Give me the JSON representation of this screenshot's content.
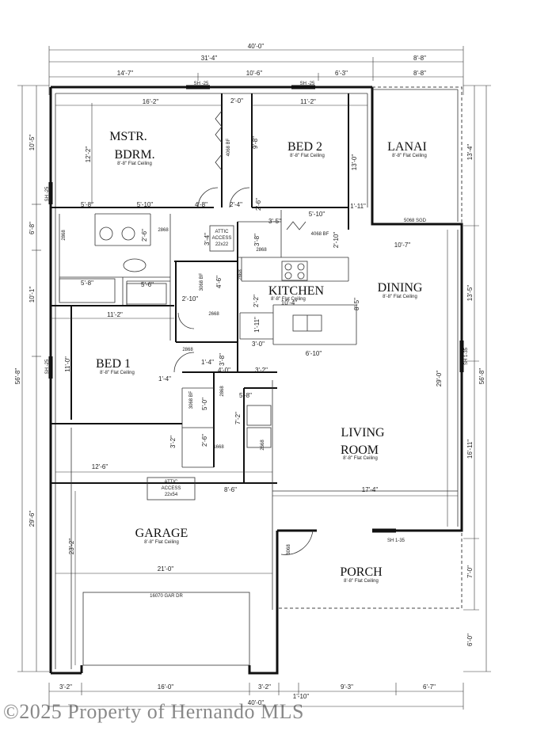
{
  "rooms": {
    "mstr_1": "MSTR.",
    "mstr_2": "BDRM.",
    "mstr_ceiling": "8'-8\" Flat Ceiling",
    "bed2": "BED 2",
    "bed2_ceiling": "8'-8\" Flat Ceiling",
    "lanai": "LANAI",
    "lanai_ceiling": "8'-8\" Flat Ceiling",
    "kitchen": "KITCHEN",
    "kitchen_ceiling": "8'-8\" Flat Ceiling",
    "dining": "DINING",
    "dining_ceiling": "8'-8\" Flat Ceiling",
    "bed1": "BED 1",
    "bed1_ceiling": "8'-8\" Flat Ceiling",
    "living_1": "LIVING",
    "living_2": "ROOM",
    "living_ceiling": "8'-8\" Flat Ceiling",
    "garage": "GARAGE",
    "garage_ceiling": "8'-8\" Flat Ceiling",
    "porch": "PORCH",
    "porch_ceiling": "8'-8\" Flat Ceiling"
  },
  "dims": {
    "top_overall": "40'-0\"",
    "top_left": "31'-4\"",
    "top_right": "8'-8\"",
    "top_a": "14'-7\"",
    "top_b": "10'-6\"",
    "top_c": "6'-3\"",
    "top_d": "8'-8\"",
    "mstr_w": "16'-2\"",
    "bed2_w": "11'-2\"",
    "hall_w": "2'-0\"",
    "mstr_h": "12'-2\"",
    "bed2_h": "13'-0\"",
    "closet_h": "9'-8\"",
    "bath_a": "5'-8\"",
    "bath_b": "5'-10\"",
    "bath_c": "4'-8\"",
    "bath_d": "2'-4\"",
    "hall_e": "2'-6\"",
    "bath_f": "2'-6\"",
    "k_a": "3'-5\"",
    "k_b": "5'-10\"",
    "k_c": "1'-11\"",
    "k_d": "2'-10\"",
    "k_e": "3'-8\"",
    "dining_w": "10'-7\"",
    "attic_a": "3'-4\"",
    "bath_g": "4'-6\"",
    "bath_h": "5'-6\"",
    "shower": "5'-8\"",
    "closet_w": "2'-10\"",
    "k_w": "10'-4\"",
    "k_h": "8'-5\"",
    "bed1_w": "11'-2\"",
    "bed1_h": "11'-0\"",
    "k_f": "3'-0\"",
    "k_g": "6'-10\"",
    "k_h2": "1'-11\"",
    "k_i": "2'-2\"",
    "k_j": "3'-8\"",
    "hall_a": "1'-4\"",
    "hall_b": "4'-0\"",
    "hall_c": "3'-2\"",
    "hall_d": "1'-4\"",
    "util_a": "5'-8\"",
    "util_b": "7'-2\"",
    "util_c": "5'-0\"",
    "util_d": "3'-2\"",
    "util_e": "2'-6\"",
    "garage_w1": "12'-6\"",
    "garage_w2": "8'-6\"",
    "living_w": "17'-4\"",
    "living_h": "29'-0\"",
    "garage_w": "21'-0\"",
    "garage_h": "23'-2\"",
    "porch_h": "7'-0\"",
    "porch_b": "6'-0\"",
    "lanai_h": "13'-4\"",
    "dining_h": "13'-5\"",
    "living_side": "16'-11\"",
    "right_overall": "56'-8\"",
    "left_overall": "56'-8\"",
    "left_a": "10'-5\"",
    "left_b": "6'-8\"",
    "left_c": "10'-1\"",
    "left_d": "29'-6\"",
    "bottom_a": "3'-2\"",
    "bottom_b": "16'-0\"",
    "bottom_c": "3'-2\"",
    "bottom_d": "1'-10\"",
    "bottom_e": "9'-3\"",
    "bottom_f": "6'-7\"",
    "bottom_overall": "40'-0\""
  },
  "tags": {
    "sh25_a": "SH -25",
    "sh25_b": "SH -25",
    "sh25_c": "SH -25",
    "sh25_d": "SH -25",
    "sh135_a": "SH 1-35",
    "sh135_b": "SH 1-35",
    "door_4068bf": "4068 BF",
    "door_2868_a": "2868",
    "door_2868_b": "2868",
    "door_2868_c": "2868",
    "door_2868_d": "2868",
    "door_2868_e": "2868",
    "door_2868_f": "2868",
    "door_3068bf_a": "3068 BF",
    "door_3068bf_b": "3068 BF",
    "door_2668": "2668",
    "door_1668": "1668",
    "door_2668b": "2668",
    "door_4068bf_b": "4068 BF",
    "door_5068sgd": "5068 SGD",
    "door_3068": "3068",
    "attic1_a": "ATTIC",
    "attic1_b": "ACCESS",
    "attic1_c": "22x22",
    "attic2_a": "ATTIC",
    "attic2_b": "ACCESS",
    "attic2_c": "22x54",
    "gar_door": "16070 GAR DR"
  },
  "watermark": "©2025 Property of Hernando MLS"
}
